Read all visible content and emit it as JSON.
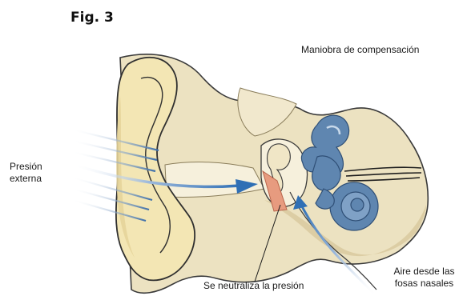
{
  "figure": {
    "title": "Fig. 3"
  },
  "labels": {
    "title": "Maniobra de compensación",
    "external_pressure_line1": "Presión",
    "external_pressure_line2": "externa",
    "air_line1": "Aire desde las",
    "air_line2": "fosas nasales",
    "neutralize": "Se neutraliza la presión"
  },
  "colors": {
    "skin": "#ece2c1",
    "skin_dark": "#d8c89c",
    "auricle": "#f3e6b4",
    "inner_ear": "#5f86b0",
    "eardrum": "#e79b7f",
    "arrow_blue": "#2f6fb5"
  }
}
